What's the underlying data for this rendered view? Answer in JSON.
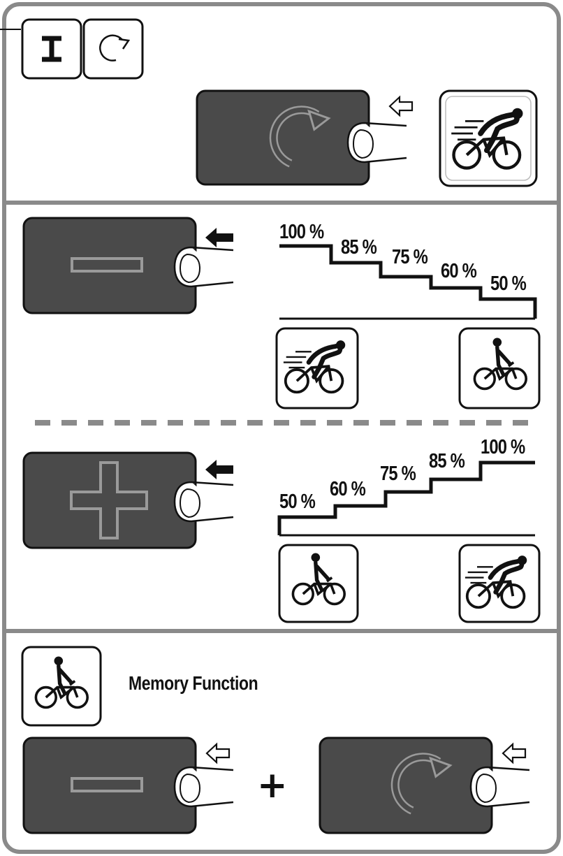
{
  "colors": {
    "frame": "#8a8a8a",
    "button_fill": "#4a4a4a",
    "button_symbol": "#9a9a9a",
    "ink": "#111111"
  },
  "icons": [
    "power-on-icon",
    "mode-cycle-icon",
    "arrow-left-icon",
    "finger-press-icon",
    "cyclist-sport-icon",
    "cyclist-upright-icon"
  ],
  "section_decrease": {
    "steps": [
      "100 %",
      "85 %",
      "75 %",
      "60 %",
      "50 %"
    ]
  },
  "section_increase": {
    "steps": [
      "50 %",
      "60 %",
      "75 %",
      "85 %",
      "100 %"
    ]
  },
  "section_memory": {
    "title": "Memory Function",
    "combo_symbol": "+"
  }
}
